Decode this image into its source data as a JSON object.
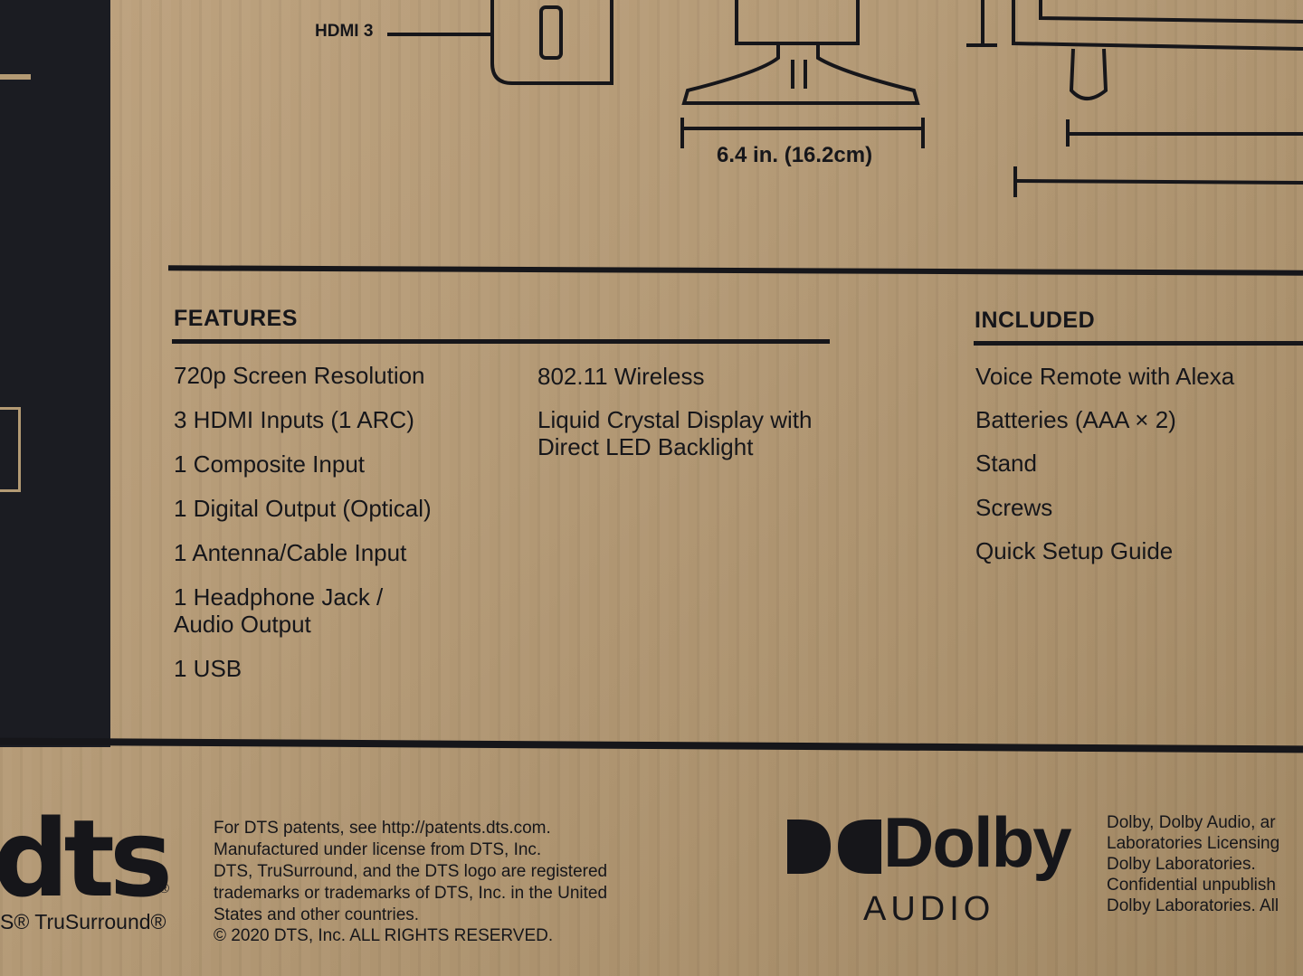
{
  "diagram": {
    "hdmi_label": "HDMI 3",
    "stand_dimension": "6.4 in. (16.2cm)"
  },
  "features": {
    "heading": "FEATURES",
    "col1": [
      "720p Screen Resolution",
      "3 HDMI Inputs (1 ARC)",
      "1 Composite Input",
      "1 Digital Output (Optical)",
      "1 Antenna/Cable Input",
      "1 Headphone Jack /\nAudio Output",
      "1 USB"
    ],
    "col2": [
      "802.11 Wireless",
      "Liquid Crystal Display with\nDirect LED Backlight"
    ]
  },
  "included": {
    "heading": "INCLUDED",
    "items": [
      "Voice Remote with Alexa",
      "Batteries (AAA × 2)",
      "Stand",
      "Screws",
      "Quick Setup Guide"
    ]
  },
  "dts": {
    "logo_text": "dts",
    "registered": "®",
    "trusurround": "S® TruSurround®",
    "legal": [
      "For DTS patents, see http://patents.dts.com.",
      "Manufactured under license from DTS, Inc.",
      "DTS, TruSurround, and the DTS logo are registered",
      "trademarks or trademarks of DTS, Inc. in the United",
      "States and other countries.",
      "© 2020 DTS, Inc. ALL RIGHTS RESERVED."
    ]
  },
  "dolby": {
    "word": "Dolby",
    "sub": "AUDIO",
    "legal": [
      "Dolby, Dolby Audio, ar",
      "Laboratories Licensing",
      "Dolby Laboratories.",
      "Confidential unpublish",
      "Dolby Laboratories. All"
    ]
  },
  "colors": {
    "cardboard": "#b49a76",
    "ink": "#16161a"
  }
}
